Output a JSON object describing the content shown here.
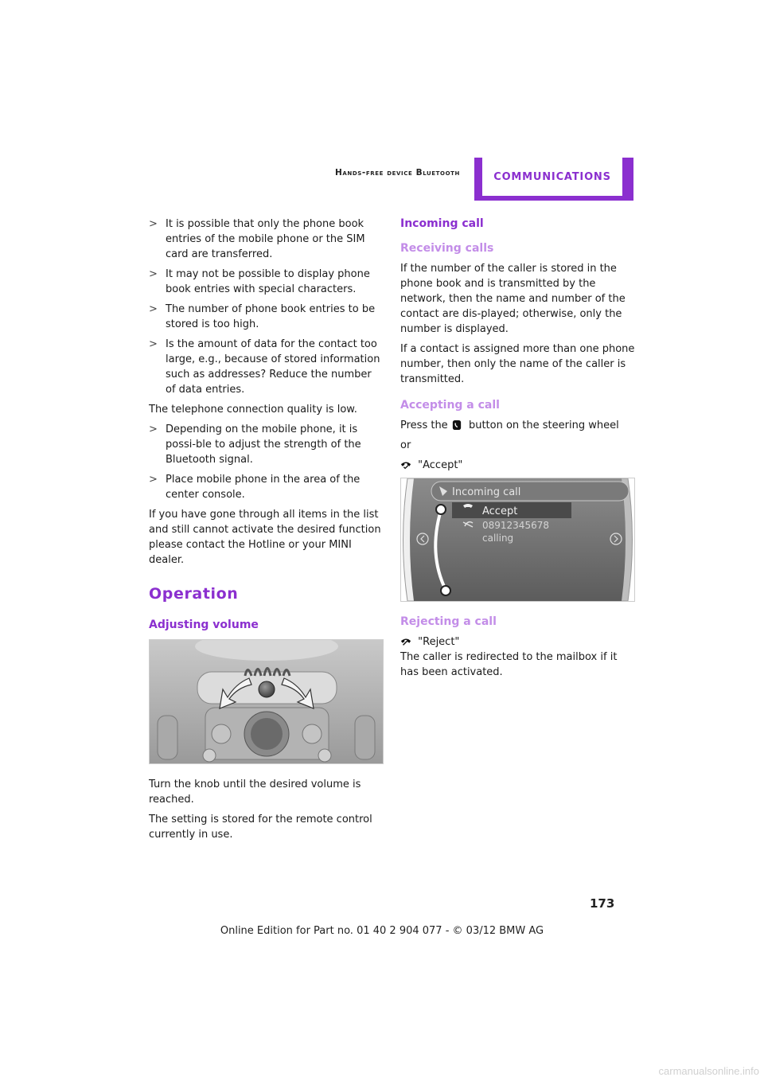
{
  "header": {
    "section": "Hands-free device Bluetooth",
    "chapter": "COMMUNICATIONS"
  },
  "left": {
    "bullets1": [
      "It is possible that only the phone book entries of the mobile phone or the SIM card are transferred.",
      "It may not be possible to display phone book entries with special characters.",
      "The number of phone book entries to be stored is too high.",
      "Is the amount of data for the contact too large, e.g., because of stored information such as addresses? Reduce the number of data entries."
    ],
    "para_quality": "The telephone connection quality is low.",
    "bullets2": [
      "Depending on the mobile phone, it is possi-ble to adjust the strength of the Bluetooth signal.",
      "Place mobile phone in the area of the center console."
    ],
    "para_hotline": "If you have gone through all items in the list and still cannot activate the desired function please contact the Hotline or your MINI dealer.",
    "operation_title": "Operation",
    "volume_title": "Adjusting volume",
    "volume_p1": "Turn the knob until the desired volume is reached.",
    "volume_p2": "The setting is stored for the remote control currently in use."
  },
  "bullet_marker": ">",
  "right": {
    "incoming_title": "Incoming call",
    "receiving_title": "Receiving calls",
    "receiving_p1": "If the number of the caller is stored in the phone book and is transmitted by the network, then the name and number of the contact are dis-played; otherwise, only the number is displayed.",
    "receiving_p2": "If a contact is assigned more than one phone number, then only the name of the caller is transmitted.",
    "accepting_title": "Accepting a call",
    "accept_press_before": "Press the",
    "accept_press_after": "button on the steering wheel",
    "accept_or": "or",
    "accept_quote": "\"Accept\"",
    "screen": {
      "title": "Incoming call",
      "accept": "Accept",
      "number": "08912345678",
      "status": "calling"
    },
    "rejecting_title": "Rejecting a call",
    "reject_quote": "\"Reject\"",
    "reject_p": "The caller is redirected to the mailbox if it has been activated."
  },
  "footer": {
    "page_number": "173",
    "edition": "Online Edition for Part no. 01 40 2 904 077 - © 03/12 BMW AG"
  },
  "watermark": "carmanualsonline.info",
  "colors": {
    "accent": "#8b2fcf",
    "accent_light": "#c38de8"
  }
}
